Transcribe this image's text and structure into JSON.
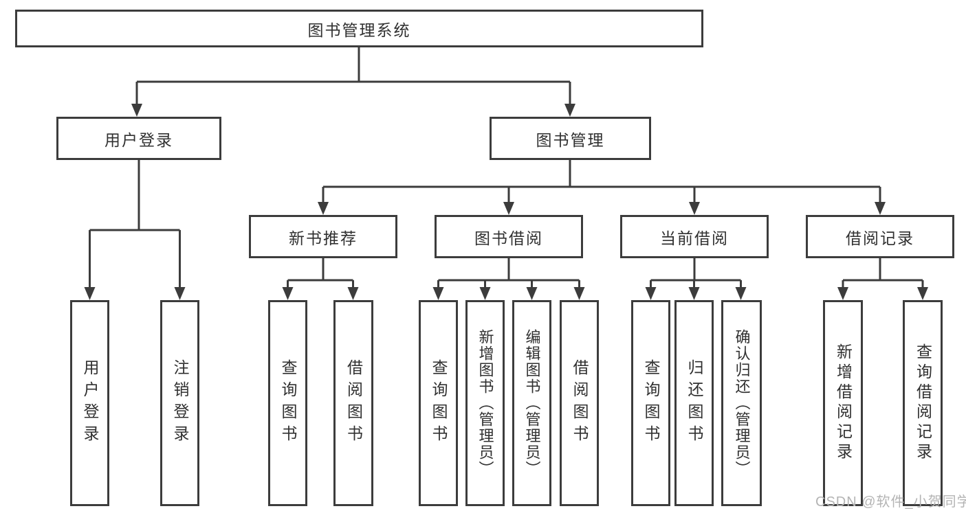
{
  "diagram": {
    "colors": {
      "line": "#3c3c3c",
      "text": "#303030",
      "background": "#ffffff",
      "watermark": "#b4b4b4"
    },
    "nodes": {
      "root": "图书管理系统",
      "user_login": "用户登录",
      "book_mgmt": "图书管理",
      "new_book_rec": "新书推荐",
      "book_borrow": "图书借阅",
      "current_borrow": "当前借阅",
      "borrow_records": "借阅记录",
      "leaf_login": "用户登录",
      "leaf_logout": "注销登录",
      "rec_query_book": "查询图书",
      "rec_borrow_book": "借阅图书",
      "bb_query_book": "查询图书",
      "bb_add_book": "新增图书（管理员）",
      "bb_edit_book": "编辑图书（管理员）",
      "bb_borrow_book": "借阅图书",
      "cb_query_book": "查询图书",
      "cb_return_book": "归还图书",
      "cb_confirm_return": "确认归还（管理员）",
      "br_add_record": "新增借阅记录",
      "br_query_record": "查询借阅记录"
    },
    "watermark": "CSDN @软件_小贺同学"
  }
}
